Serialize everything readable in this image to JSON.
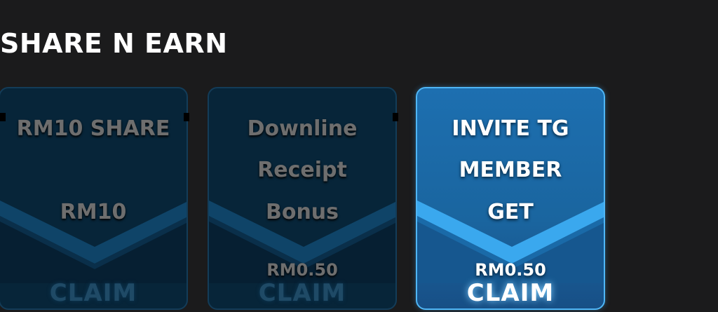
{
  "header": {
    "title": "SHARE N EARN"
  },
  "cards": [
    {
      "title_lines": [
        "RM10 SHARE",
        "",
        "RM10"
      ],
      "amount": "",
      "claim_label": "CLAIM",
      "state": "disabled"
    },
    {
      "title_lines": [
        "Downline",
        "Receipt",
        "Bonus"
      ],
      "amount": "RM0.50",
      "claim_label": "CLAIM",
      "state": "disabled"
    },
    {
      "title_lines": [
        "INVITE TG",
        "MEMBER",
        "GET"
      ],
      "amount": "RM0.50",
      "claim_label": "CLAIM",
      "state": "active"
    }
  ],
  "colors": {
    "background": "#1b1b1c",
    "card_dim": "#072539",
    "card_active": "#1d6fb0",
    "active_border": "#4fb6f6"
  }
}
